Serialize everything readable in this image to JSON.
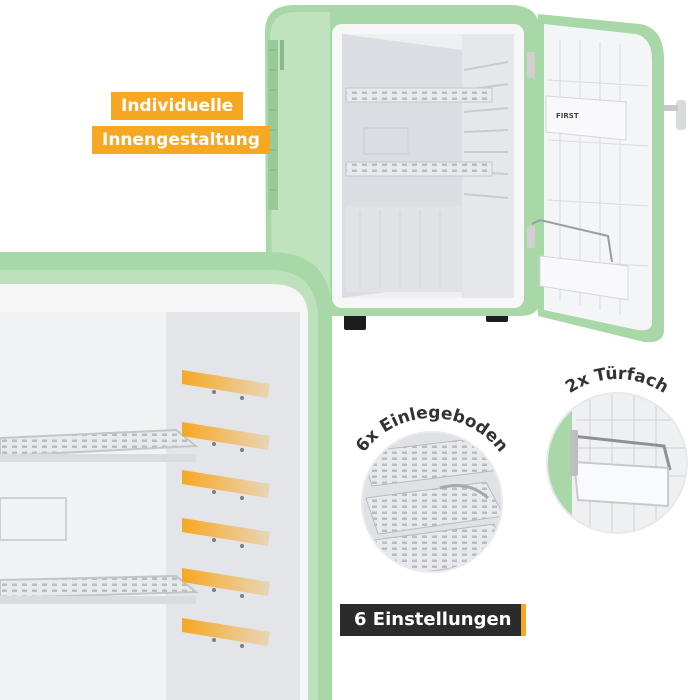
{
  "labels": {
    "individuelle": "Individuelle",
    "innengestaltung": "Innengestaltung",
    "einstellungen": "6 Einstellungen",
    "einlegeboden": "6x Einlegeboden",
    "tuerfach": "2x Türfach"
  },
  "brand_badge": "FIRST",
  "colors": {
    "fridge_green": "#a6d9a6",
    "accent_orange": "#f7a823",
    "dark_label": "#2b2b2b",
    "interior_white": "#f2f2f4"
  }
}
